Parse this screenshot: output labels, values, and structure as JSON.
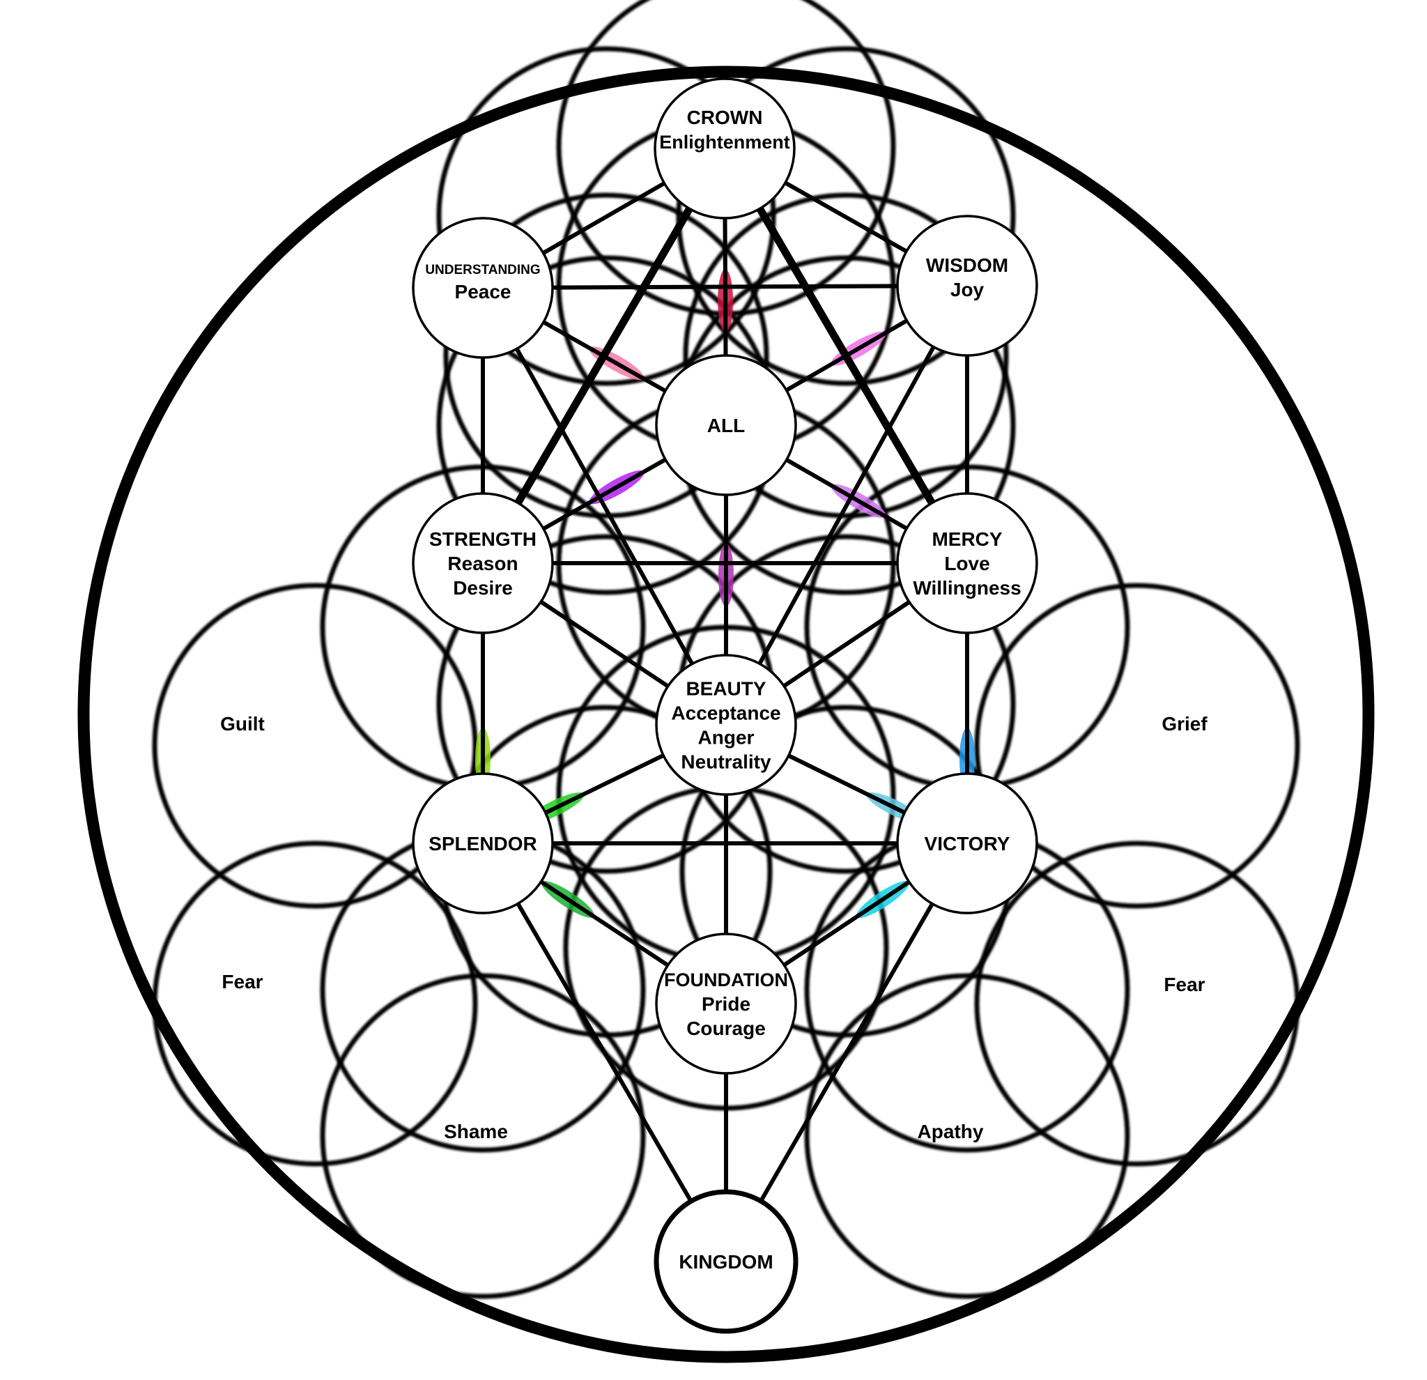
{
  "diagram": {
    "title": "Tree of Life over Flower of Life",
    "nodes": [
      {
        "id": "crown",
        "lines": [
          "CROWN",
          "Enlightenment"
        ]
      },
      {
        "id": "understanding",
        "lines": [
          "UNDERSTANDING",
          "Peace"
        ]
      },
      {
        "id": "wisdom",
        "lines": [
          "WISDOM",
          "Joy"
        ]
      },
      {
        "id": "all",
        "lines": [
          "ALL"
        ]
      },
      {
        "id": "strength",
        "lines": [
          "STRENGTH",
          "Reason",
          "Desire"
        ]
      },
      {
        "id": "mercy",
        "lines": [
          "MERCY",
          "Love",
          "Willingness"
        ]
      },
      {
        "id": "beauty",
        "lines": [
          "BEAUTY",
          "Acceptance",
          "Anger",
          "Neutrality"
        ]
      },
      {
        "id": "splendor",
        "lines": [
          "SPLENDOR"
        ]
      },
      {
        "id": "victory",
        "lines": [
          "VICTORY"
        ]
      },
      {
        "id": "foundation",
        "lines": [
          "FOUNDATION",
          "Pride",
          "Courage"
        ]
      },
      {
        "id": "kingdom",
        "lines": [
          "KINGDOM"
        ]
      }
    ],
    "outer_labels": [
      {
        "id": "guilt",
        "text": "Guilt"
      },
      {
        "id": "grief",
        "text": "Grief"
      },
      {
        "id": "fear-left",
        "text": "Fear"
      },
      {
        "id": "fear-right",
        "text": "Fear"
      },
      {
        "id": "shame",
        "text": "Shame"
      },
      {
        "id": "apathy",
        "text": "Apathy"
      }
    ],
    "connections": [
      [
        "crown",
        "understanding"
      ],
      [
        "crown",
        "wisdom"
      ],
      [
        "crown",
        "all"
      ],
      [
        "understanding",
        "wisdom"
      ],
      [
        "understanding",
        "all"
      ],
      [
        "wisdom",
        "all"
      ],
      [
        "understanding",
        "strength"
      ],
      [
        "wisdom",
        "mercy"
      ],
      [
        "all",
        "strength"
      ],
      [
        "all",
        "mercy"
      ],
      [
        "all",
        "beauty"
      ],
      [
        "understanding",
        "beauty"
      ],
      [
        "wisdom",
        "beauty"
      ],
      [
        "strength",
        "mercy"
      ],
      [
        "strength",
        "beauty"
      ],
      [
        "mercy",
        "beauty"
      ],
      [
        "strength",
        "splendor"
      ],
      [
        "mercy",
        "victory"
      ],
      [
        "beauty",
        "splendor"
      ],
      [
        "beauty",
        "victory"
      ],
      [
        "beauty",
        "foundation"
      ],
      [
        "splendor",
        "victory"
      ],
      [
        "splendor",
        "foundation"
      ],
      [
        "victory",
        "foundation"
      ],
      [
        "splendor",
        "kingdom"
      ],
      [
        "victory",
        "kingdom"
      ],
      [
        "foundation",
        "kingdom"
      ]
    ],
    "thick_connections": [
      [
        "crown",
        "strength"
      ],
      [
        "crown",
        "mercy"
      ]
    ],
    "accent_colors": {
      "crown_all": "#c8103c",
      "understanding_all": "#f47aa8",
      "wisdom_all": "#f06ee8",
      "strength_all": "#b020f0",
      "mercy_all": "#d070f0",
      "all_beauty": "#b030b0",
      "strength_splendor": "#90d810",
      "mercy_victory": "#1898e8",
      "splendor_beauty": "#20d020",
      "splendor_foundation": "#18b030",
      "victory_beauty": "#60c8e0",
      "victory_foundation": "#10d0e0"
    }
  }
}
